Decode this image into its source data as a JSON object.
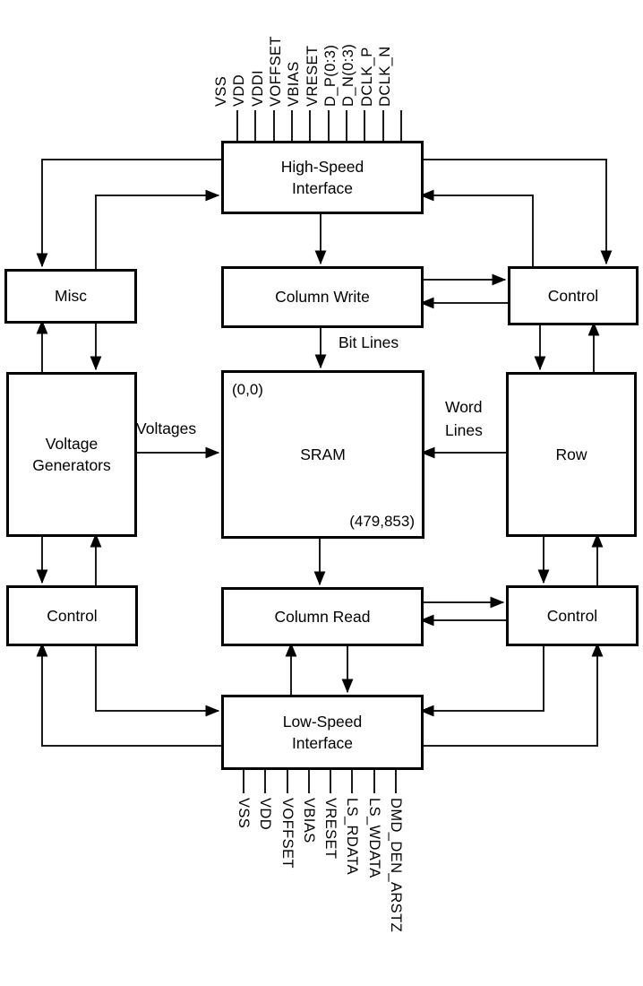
{
  "diagram": {
    "title_hint": "DMD block diagram",
    "blocks": {
      "high_speed_interface": "High-Speed\nInterface",
      "misc": "Misc",
      "column_write": "Column Write",
      "control_top_right": "Control",
      "voltage_generators": "Voltage\nGenerators",
      "sram": "SRAM",
      "sram_origin": "(0,0)",
      "sram_extent": "(479,853)",
      "row": "Row",
      "control_bottom_left": "Control",
      "column_read": "Column Read",
      "control_bottom_right": "Control",
      "low_speed_interface": "Low-Speed\nInterface"
    },
    "edge_labels": {
      "bit_lines": "Bit Lines",
      "voltages": "Voltages",
      "word_lines": "Word\nLines"
    },
    "pins": {
      "top": [
        "VSS",
        "VDD",
        "VDDI",
        "VOFFSET",
        "VBIAS",
        "VRESET",
        "D_P(0:3)",
        "D_N(0:3)",
        "DCLK_P",
        "DCLK_N"
      ],
      "bottom": [
        "VSS",
        "VDD",
        "VOFFSET",
        "VBIAS",
        "VRESET",
        "LS_RDATA",
        "LS_WDATA",
        "DMD_DEN_ARSTZ"
      ]
    },
    "connections": [
      {
        "from": "High-Speed Interface",
        "to": "Misc"
      },
      {
        "from": "Misc",
        "to": "High-Speed Interface"
      },
      {
        "from": "High-Speed Interface",
        "to": "Control (top right)"
      },
      {
        "from": "Control (top right)",
        "to": "High-Speed Interface"
      },
      {
        "from": "High-Speed Interface",
        "to": "Column Write"
      },
      {
        "from": "Column Write",
        "to": "Control (top right)"
      },
      {
        "from": "Control (top right)",
        "to": "Column Write"
      },
      {
        "from": "Column Write",
        "to": "SRAM",
        "label": "Bit Lines"
      },
      {
        "from": "Voltage Generators",
        "to": "Misc"
      },
      {
        "from": "Misc",
        "to": "Voltage Generators"
      },
      {
        "from": "Voltage Generators",
        "to": "SRAM",
        "label": "Voltages"
      },
      {
        "from": "Row",
        "to": "SRAM",
        "label": "Word Lines"
      },
      {
        "from": "Control (top right)",
        "to": "Row"
      },
      {
        "from": "Row",
        "to": "Control (top right)"
      },
      {
        "from": "Voltage Generators",
        "to": "Control (bottom left)"
      },
      {
        "from": "Control (bottom left)",
        "to": "Voltage Generators"
      },
      {
        "from": "SRAM",
        "to": "Column Read"
      },
      {
        "from": "Column Read",
        "to": "Control (bottom right)"
      },
      {
        "from": "Control (bottom right)",
        "to": "Column Read"
      },
      {
        "from": "Row",
        "to": "Control (bottom right)"
      },
      {
        "from": "Control (bottom right)",
        "to": "Row"
      },
      {
        "from": "Low-Speed Interface",
        "to": "Column Read"
      },
      {
        "from": "Column Read",
        "to": "Low-Speed Interface"
      },
      {
        "from": "Control (bottom left)",
        "to": "Low-Speed Interface"
      },
      {
        "from": "Low-Speed Interface",
        "to": "Control (bottom left)"
      },
      {
        "from": "Control (bottom right)",
        "to": "Low-Speed Interface"
      },
      {
        "from": "Low-Speed Interface",
        "to": "Control (bottom right)"
      }
    ],
    "colors": {
      "line": "#1c1c1c",
      "box_border": "#000000",
      "background": "#ffffff",
      "text": "#000000"
    }
  }
}
